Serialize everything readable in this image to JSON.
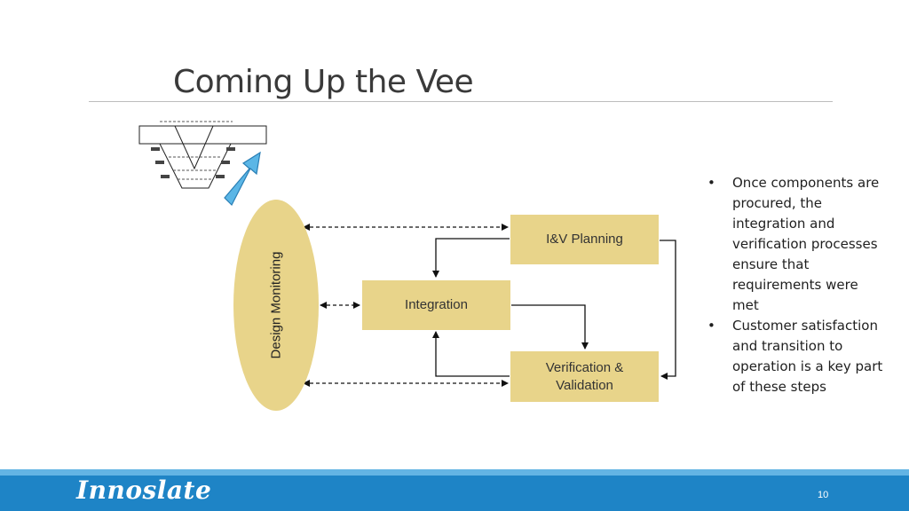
{
  "slide": {
    "title": "Coming Up the Vee",
    "page_number": "10",
    "logo_text": "Innoslate"
  },
  "diagram": {
    "ellipse_label": "Design Monitoring",
    "boxes": {
      "iv_planning": "I&V Planning",
      "integration": "Integration",
      "verification_line1": "Verification &",
      "verification_line2": "Validation"
    }
  },
  "bullets": [
    "Once components are procured, the integration and verification processes ensure that requirements were met",
    "Customer satisfaction and transition to operation is a key part of these steps"
  ],
  "colors": {
    "box_fill": "#e8d48a",
    "footer_blue": "#1e84c6",
    "footer_stripe": "#63b4e4",
    "arrow_blue": "#5bb6e6"
  }
}
